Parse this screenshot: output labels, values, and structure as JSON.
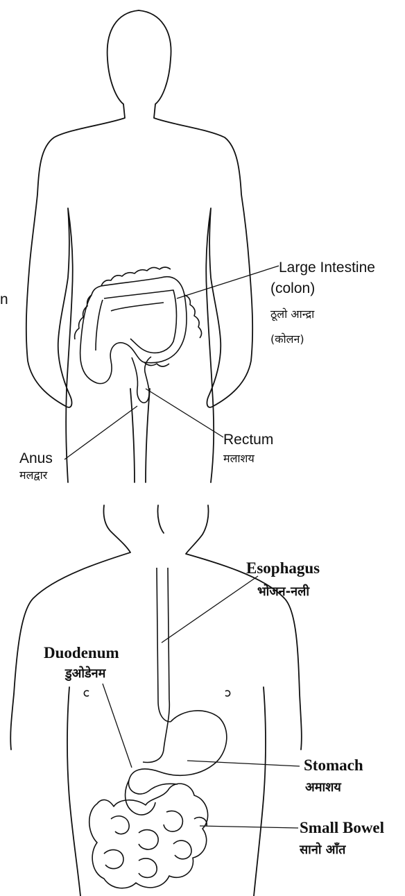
{
  "top_figure": {
    "labels": {
      "large_intestine": "Large Intestine",
      "large_intestine_paren": "(colon)",
      "large_intestine_nepali": "ठूलो आन्द्रा",
      "large_intestine_nepali_paren": "(कोलन)",
      "rectum": "Rectum",
      "rectum_nepali": "मलाशय",
      "anus": "Anus",
      "anus_nepali": "मलद्वार"
    },
    "stray_glyph": "n"
  },
  "bottom_figure": {
    "labels": {
      "esophagus": "Esophagus",
      "esophagus_nepali": "भोजन-नली",
      "duodenum": "Duodenum",
      "duodenum_nepali": "डुओडेनम",
      "stomach": "Stomach",
      "stomach_nepali": "अमाशय",
      "small_bowel": "Small Bowel",
      "small_bowel_nepali": "सानो आँत"
    }
  },
  "colors": {
    "line": "#111111",
    "background": "#ffffff"
  }
}
